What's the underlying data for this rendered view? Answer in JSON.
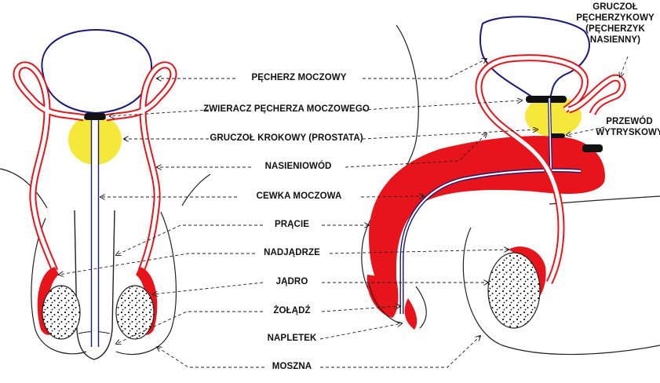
{
  "labels": {
    "bladder": "PĘCHERZ MOCZOWY",
    "sphincter": "ZWIERACZ PĘCHERZA MOCZOWEGO",
    "prostate": "GRUCZOŁ KROKOWY (PROSTATA)",
    "vas_deferens": "NASIENIOWÓD",
    "urethra": "CEWKA MOCZOWA",
    "penis": "PRĄCIE",
    "epididymis": "NADJĄDRZE",
    "testis": "JĄDRO",
    "glans": "ŻOŁĄDŹ",
    "foreskin": "NAPLETEK",
    "scrotum": "MOSZNA",
    "seminal_vesicle": [
      "GRUCZOŁ",
      "PĘCHERZYKOWY",
      "(PĘCHERZYK",
      "NASIENNY)"
    ],
    "ejaculatory_duct": [
      "PRZEWÓD",
      "WYTRYSKOWY"
    ]
  },
  "colors": {
    "red": "#e8141b",
    "yellow": "#f6e83a",
    "navy": "#1a1a7a",
    "outline": "#222222"
  }
}
